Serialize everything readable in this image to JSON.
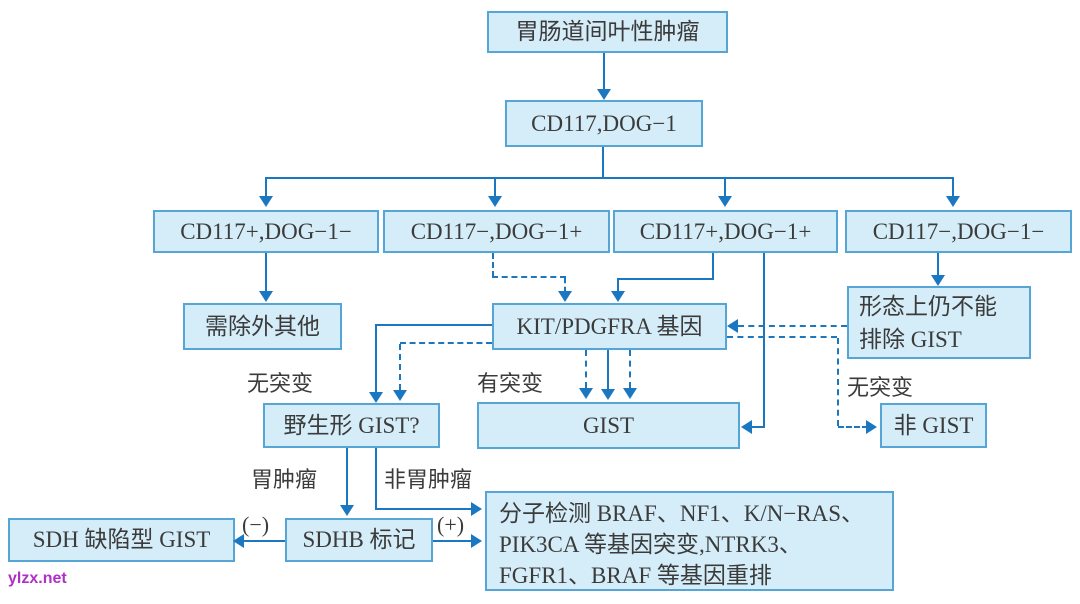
{
  "colors": {
    "box_fill": "#d5edf8",
    "box_border": "#55a6d7",
    "line": "#1c77c1",
    "text": "#3b3b3b",
    "watermark": "#b02fc7"
  },
  "nodes": {
    "root": {
      "label": "胃肠道间叶性肿瘤"
    },
    "markers": {
      "label": "CD117,DOG−1"
    },
    "cd117pos_dog1neg": {
      "label": "CD117+,DOG−1−"
    },
    "cd117neg_dog1pos": {
      "label": "CD117−,DOG−1+"
    },
    "cd117pos_dog1pos": {
      "label": "CD117+,DOG−1+"
    },
    "cd117neg_dog1neg": {
      "label": "CD117−,DOG−1−"
    },
    "exclude_other": {
      "label": "需除外其他"
    },
    "kit_pdgfra": {
      "label": "KIT/PDGFRA 基因"
    },
    "morphology": {
      "line1": "形态上仍不能",
      "line2": "排除 GIST"
    },
    "wild_type": {
      "label": "野生形 GIST?"
    },
    "gist": {
      "label": "GIST"
    },
    "non_gist": {
      "label": "非 GIST"
    },
    "sdh_deficient": {
      "label": "SDH 缺陷型 GIST"
    },
    "sdhb_marker": {
      "label": "SDHB 标记"
    },
    "molecular": {
      "line1": "分子检测 BRAF、NF1、K/N−RAS、",
      "line2": "PIK3CA 等基因突变,NTRK3、",
      "line3": "FGFR1、BRAF 等基因重排"
    }
  },
  "edge_labels": {
    "no_mutation_left": "无突变",
    "has_mutation": "有突变",
    "no_mutation_right": "无突变",
    "gastric_tumor": "胃肿瘤",
    "non_gastric_tumor": "非胃肿瘤",
    "sdhb_negative": "(−)",
    "sdhb_positive": "(+)"
  },
  "watermark": "ylzx.net"
}
